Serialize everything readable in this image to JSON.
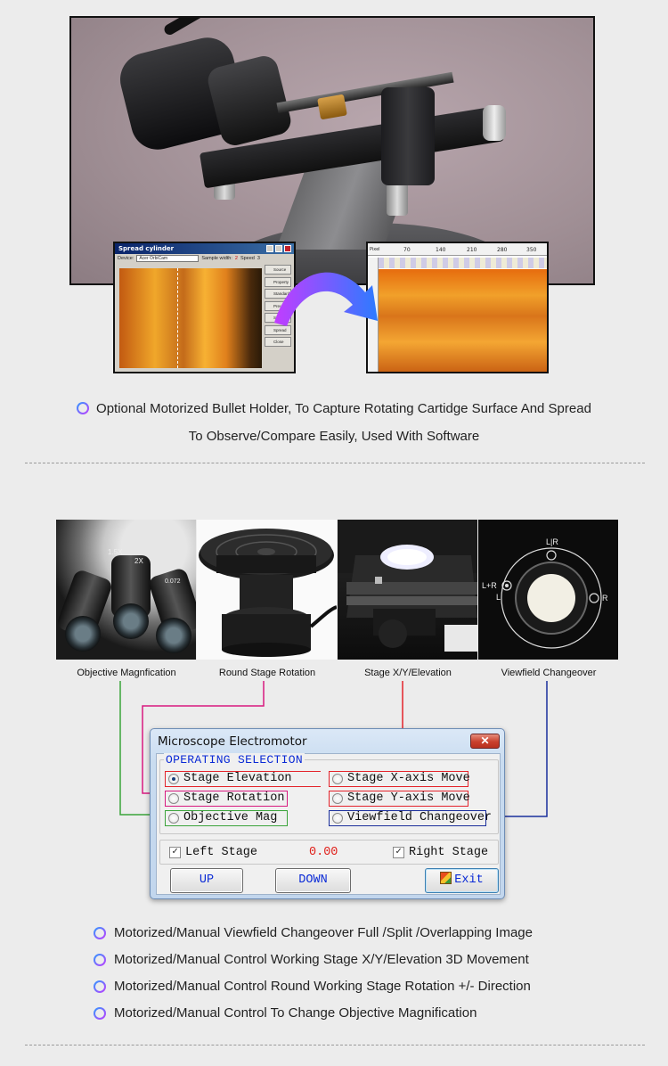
{
  "hero": {
    "software_window": {
      "title": "Spread cylinder",
      "device_label": "Device:",
      "device_value": "Acer OrbiCam",
      "sample_width_label": "Sample width:",
      "sample_width_value": "2",
      "speed_label": "Speed",
      "speed_value": "3",
      "buttons": [
        "Source",
        "Property",
        "Standard",
        "Preview",
        "Stop",
        "Spread",
        "Close"
      ]
    },
    "ruler_ticks": [
      "70",
      "140",
      "210",
      "280",
      "350"
    ],
    "ruler_left": [
      "Pixel"
    ]
  },
  "caption_top": {
    "line1": "Optional Motorized Bullet Holder, To Capture Rotating Cartidge Surface And Spread",
    "line2": "To Observe/Compare Easily, Used With Software"
  },
  "photos": [
    {
      "label": "Objective Magnfication"
    },
    {
      "label": "Round Stage Rotation"
    },
    {
      "label": "Stage X/Y/Elevation"
    },
    {
      "label": "Viewfield Changeover"
    }
  ],
  "viewfield_dial": {
    "top": "L|R",
    "left": "L+R",
    "left2": "L",
    "right": "R"
  },
  "objective_texts": [
    "1.5X",
    "2X",
    "0.072"
  ],
  "dialog": {
    "title": "Microscope Electromotor",
    "close_glyph": "✕",
    "group_label": "OPERATING SELECTION",
    "options": {
      "stage_elevation": "Stage Elevation",
      "stage_rotation": "Stage Rotation",
      "objective_mag": "Objective Mag",
      "stage_x": "Stage X-axis Move",
      "stage_y": "Stage Y-axis Move",
      "viewfield": "Viewfield Changeover"
    },
    "selected_option": "stage_elevation",
    "left_stage_label": "Left Stage",
    "left_stage_checked": true,
    "value": "0.00",
    "right_stage_label": "Right Stage",
    "right_stage_checked": true,
    "up_label": "UP",
    "down_label": "DOWN",
    "exit_label": "Exit"
  },
  "features": [
    "Motorized/Manual Viewfield Changeover Full /Split /Overlapping Image",
    "Motorized/Manual Control Working Stage X/Y/Elevation 3D Movement",
    "Motorized/Manual Control Round Working Stage Rotation +/- Direction",
    "Motorized/Manual Control To Change Objective Magnification"
  ],
  "colors": {
    "line_objective": "#3aa33a",
    "line_rotation": "#d8197f",
    "line_stage_xy": "#e4232b",
    "line_viewfield": "#1a2e9b",
    "bullet_gradient_start": "#2d9bff",
    "bullet_gradient_end": "#c33cff"
  }
}
